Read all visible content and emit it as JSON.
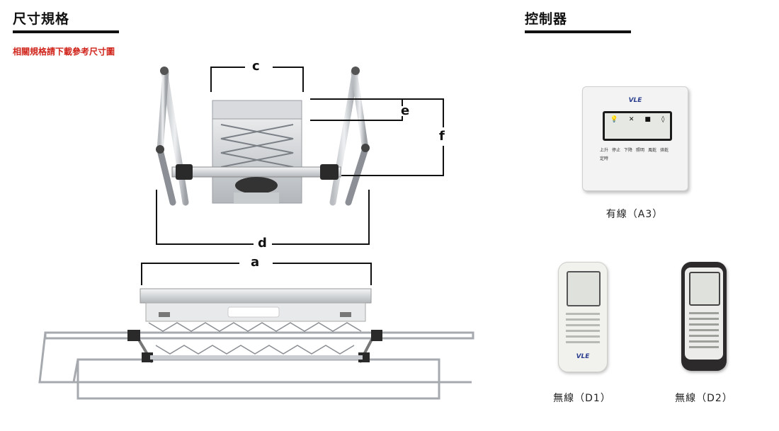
{
  "spec_section": {
    "title": "尺寸規格",
    "note": "相關規格請下載參考尺寸圖",
    "dimension_labels": [
      "c",
      "e",
      "f",
      "d",
      "a"
    ]
  },
  "controller_section": {
    "title": "控制器",
    "wall_panel": {
      "brand": "VLE",
      "buttons": [
        "上升",
        "停止",
        "下降",
        "照明",
        "風乾",
        "烘乾",
        "定時"
      ],
      "caption": "有線（A3）"
    },
    "remote_white": {
      "brand": "VLE",
      "caption": "無線（D1）"
    },
    "remote_black": {
      "caption": "無線（D2）"
    }
  },
  "colors": {
    "note_red": "#d0241b",
    "rule_black": "#111111",
    "remote_dark": "#2d2a2c"
  }
}
